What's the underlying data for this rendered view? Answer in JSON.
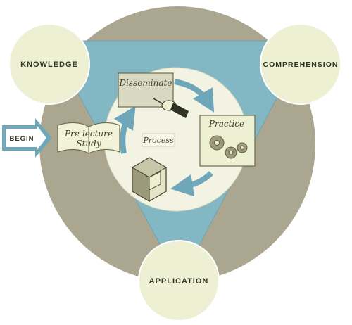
{
  "nodes": {
    "knowledge": "KNOWLEDGE",
    "comprehension": "COMPREHENSION",
    "application": "APPLICATION",
    "begin": "BEGIN"
  },
  "steps": {
    "pre_lecture_line1": "Pre-lecture",
    "pre_lecture_line2": "Study",
    "disseminate": "Disseminate",
    "process": "Process",
    "practice": "Practice"
  },
  "colors": {
    "outer_ring": "#aaa690",
    "triangle": "#84b7c4",
    "node_circle": "#eef0d4",
    "inner_circle": "#f3f3e3",
    "arrow": "#6ea7ba"
  }
}
